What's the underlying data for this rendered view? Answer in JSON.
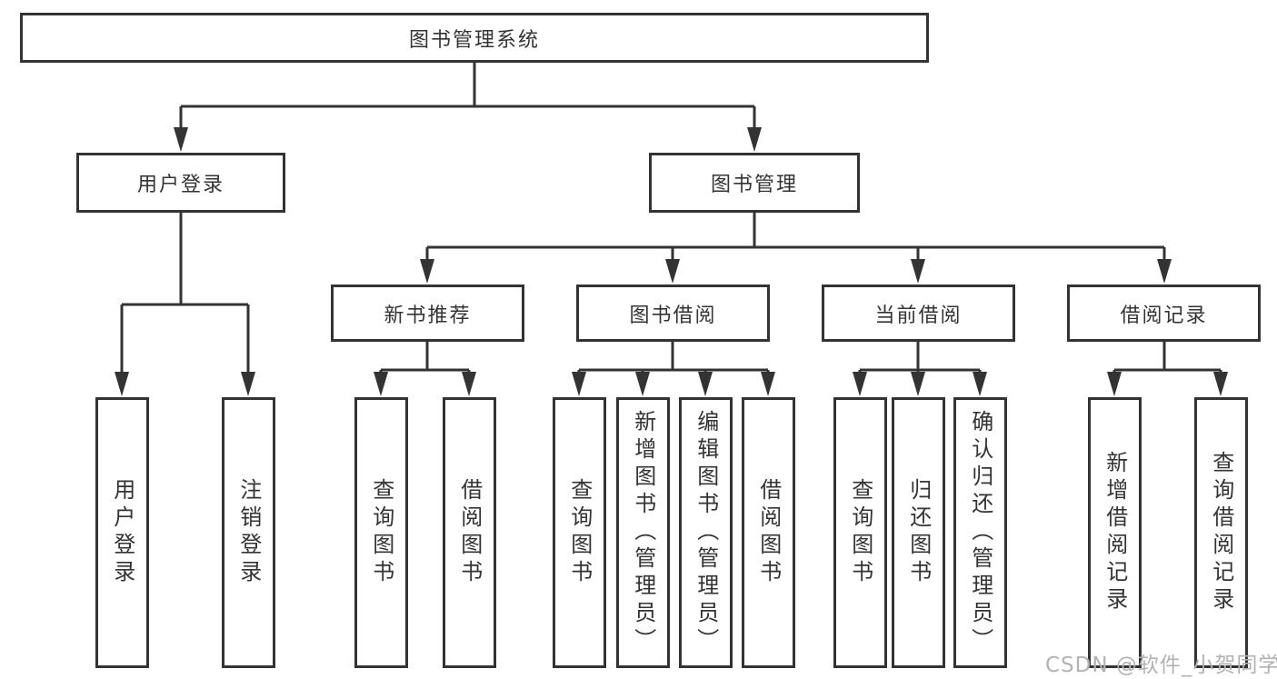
{
  "diagram_type": "hierarchy-tree",
  "colors": {
    "line": "#333333",
    "box_border": "#333333",
    "text": "#333333",
    "background": "#ffffff",
    "watermark": "#b2b2b2"
  },
  "tree": {
    "label": "图书管理系统",
    "children": [
      {
        "label": "用户登录",
        "children": [
          {
            "label": "用户登录"
          },
          {
            "label": "注销登录"
          }
        ]
      },
      {
        "label": "图书管理",
        "children": [
          {
            "label": "新书推荐",
            "children": [
              {
                "label": "查询图书"
              },
              {
                "label": "借阅图书"
              }
            ]
          },
          {
            "label": "图书借阅",
            "children": [
              {
                "label": "查询图书"
              },
              {
                "label": "新增图书（管理员）"
              },
              {
                "label": "编辑图书（管理员）"
              },
              {
                "label": "借阅图书"
              }
            ]
          },
          {
            "label": "当前借阅",
            "children": [
              {
                "label": "查询图书"
              },
              {
                "label": "归还图书"
              },
              {
                "label": "确认归还（管理员）"
              }
            ]
          },
          {
            "label": "借阅记录",
            "children": [
              {
                "label": "新增借阅记录"
              },
              {
                "label": "查询借阅记录"
              }
            ]
          }
        ]
      }
    ]
  },
  "watermark": {
    "text": "CSDN @软件_小贺同学"
  }
}
